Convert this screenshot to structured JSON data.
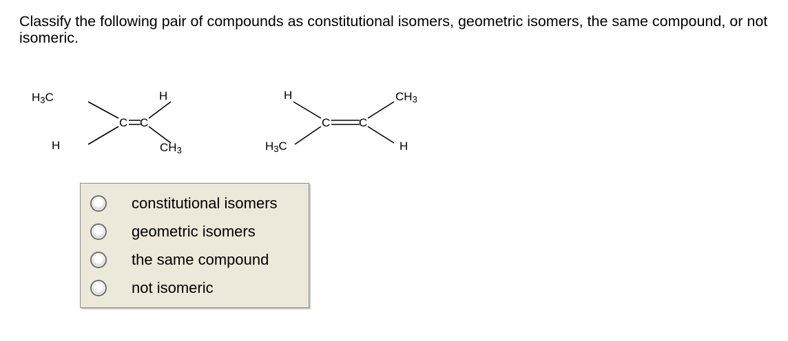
{
  "question": {
    "text": "Classify the following pair of compounds as constitutional isomers, geometric isomers, the same compound, or not isomeric."
  },
  "molecules": [
    {
      "top_left": {
        "main": "H",
        "sub": "3",
        "tail": "C"
      },
      "top_right": {
        "main": "H"
      },
      "bottom_left": {
        "main": "H"
      },
      "bottom_right": {
        "main": "CH",
        "sub": "3"
      },
      "carbon_left": "C",
      "carbon_right": "C"
    },
    {
      "top_left": {
        "main": "H"
      },
      "top_right": {
        "main": "CH",
        "sub": "3"
      },
      "bottom_left": {
        "main": "H",
        "sub": "3",
        "tail": "C"
      },
      "bottom_right": {
        "main": "H"
      },
      "carbon_left": "C",
      "carbon_right": "C"
    }
  ],
  "choices": [
    {
      "label": "constitutional isomers",
      "selected": false
    },
    {
      "label": "geometric isomers",
      "selected": false
    },
    {
      "label": "the same compound",
      "selected": false
    },
    {
      "label": "not isomeric",
      "selected": false
    }
  ]
}
